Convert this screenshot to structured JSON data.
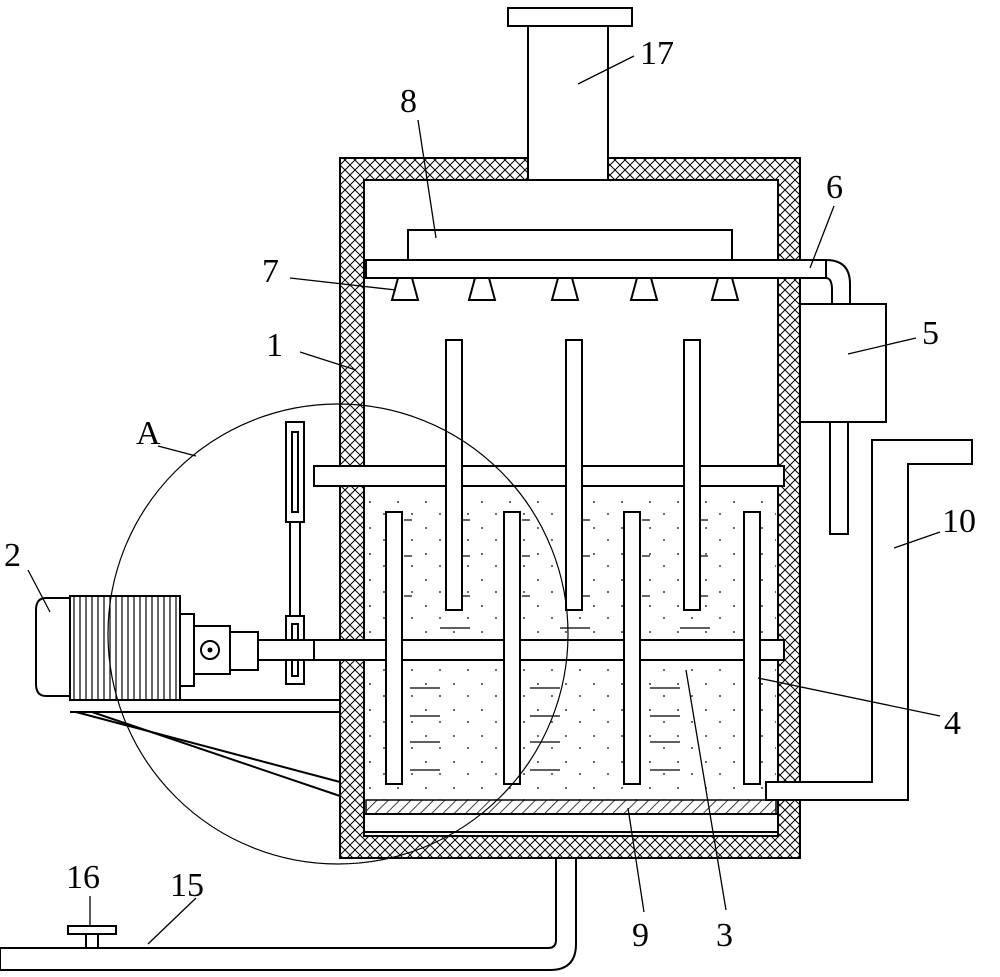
{
  "labels": {
    "housing": "1",
    "motor": "2",
    "shaft": "3",
    "paddle": "4",
    "pump_box": "5",
    "spray_pipe": "6",
    "nozzle": "7",
    "plate": "8",
    "filter_plate": "9",
    "side_pipe": "10",
    "outlet_pipe": "15",
    "valve": "16",
    "exhaust": "17",
    "detail": "A"
  }
}
